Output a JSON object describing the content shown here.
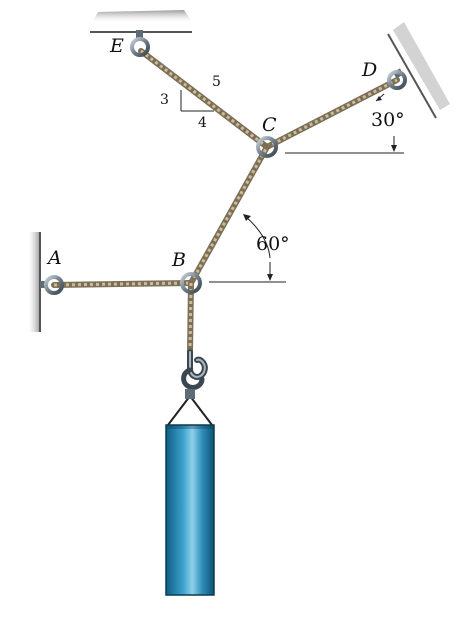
{
  "points": {
    "a": "A",
    "b": "B",
    "c": "C",
    "d": "D",
    "e": "E"
  },
  "slope_triangle": {
    "hyp": "5",
    "rise": "3",
    "run": "4"
  },
  "angles": {
    "cd": "30°",
    "bc": "60°"
  },
  "colors": {
    "rope": "#b5a789",
    "rope_dark": "#7d6f56",
    "ring": "#5e6c77",
    "cylinder": "#2a86b0",
    "support": "#8a8a8a"
  }
}
